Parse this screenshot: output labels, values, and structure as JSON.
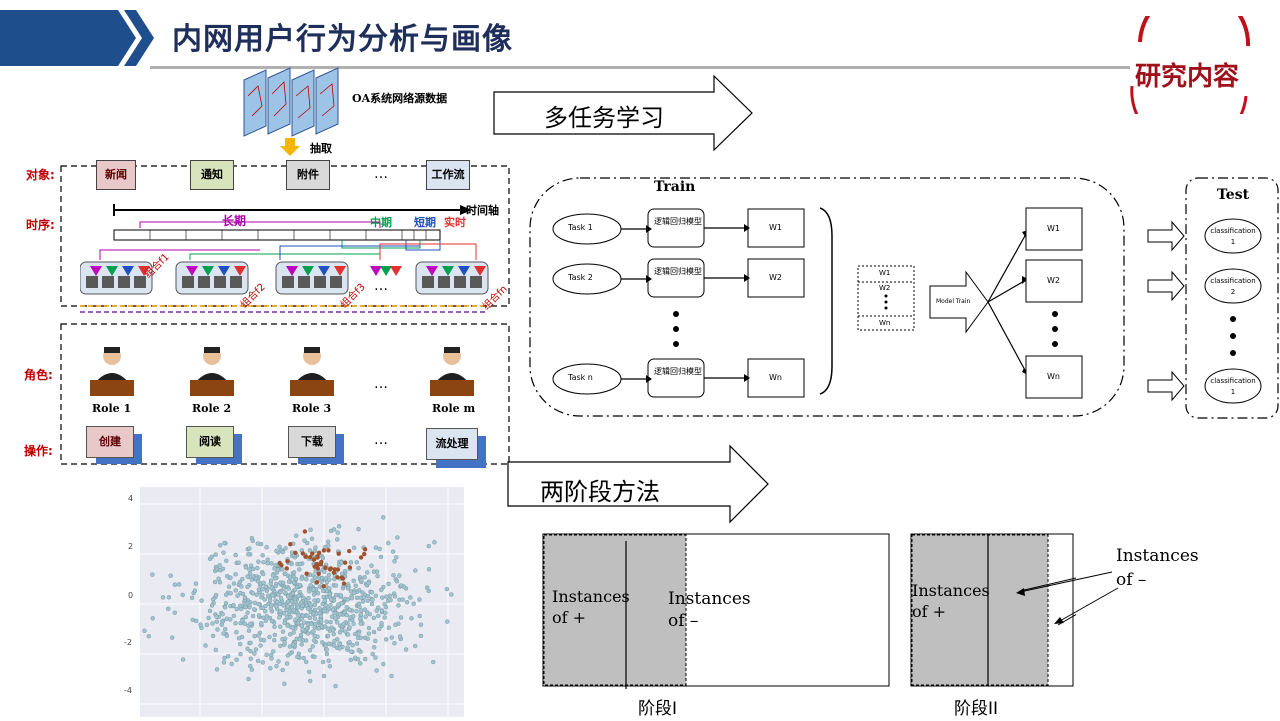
{
  "header": {
    "title": "内网用户行为分析与画像",
    "stamp": "研究内容"
  },
  "left_diagram": {
    "source_label": "OA系统网络源数据",
    "extract_label": "抽取",
    "row_labels": [
      "对象:",
      "时序:",
      "角色:",
      "操作:"
    ],
    "objects": [
      "新闻",
      "通知",
      "附件",
      "…",
      "工作流"
    ],
    "time_axis": "时间轴",
    "time_terms": [
      "长期",
      "中期",
      "短期",
      "实时"
    ],
    "groups": [
      "组合f1",
      "组合f2",
      "组合f3",
      "…",
      "组合fn"
    ],
    "roles": [
      "Role 1",
      "Role 2",
      "Role 3",
      "…",
      "Role m"
    ],
    "operations": [
      "创建",
      "阅读",
      "下载",
      "…",
      "流处理"
    ],
    "colors": {
      "object_news": "#e8c8c8",
      "object_notice": "#d8e4bc",
      "object_attach": "#d9d9d9",
      "object_flow": "#dbe5f1",
      "op_shadow": "#4472c4"
    }
  },
  "multitask": {
    "arrow_label": "多任务学习",
    "train_title": "Train",
    "test_title": "Test",
    "tasks": [
      "Task 1",
      "Task 2",
      "Task n"
    ],
    "model_label": "逻辑回归模型",
    "weights": [
      "W1",
      "W2",
      "Wn"
    ],
    "stack_labels": [
      "W1",
      "W2",
      "Wn"
    ],
    "model_train": "Model Train",
    "out_weights": [
      "W1",
      "W2",
      "Wn"
    ],
    "classifications": [
      "classification 1",
      "classification 2",
      "classification 1"
    ]
  },
  "two_stage": {
    "arrow_label": "两阶段方法",
    "stage1_pos": "Instances of +",
    "stage1_neg": "Instances of –",
    "stage1_label": "阶段I",
    "stage2_pos": "Instances of +",
    "stage2_neg": "Instances of –",
    "stage2_label": "阶段II"
  },
  "chart_data": {
    "type": "scatter",
    "title": "",
    "xlabel": "",
    "ylabel": "",
    "y_ticks": [
      "4",
      "2",
      "0",
      "-2",
      "-4"
    ],
    "ylim": [
      -4.6,
      4.6
    ],
    "series": [
      {
        "color": "#9fc3cf",
        "note": "blue points"
      },
      {
        "color": "#a0522d",
        "note": "brown points"
      }
    ],
    "grid": true
  }
}
